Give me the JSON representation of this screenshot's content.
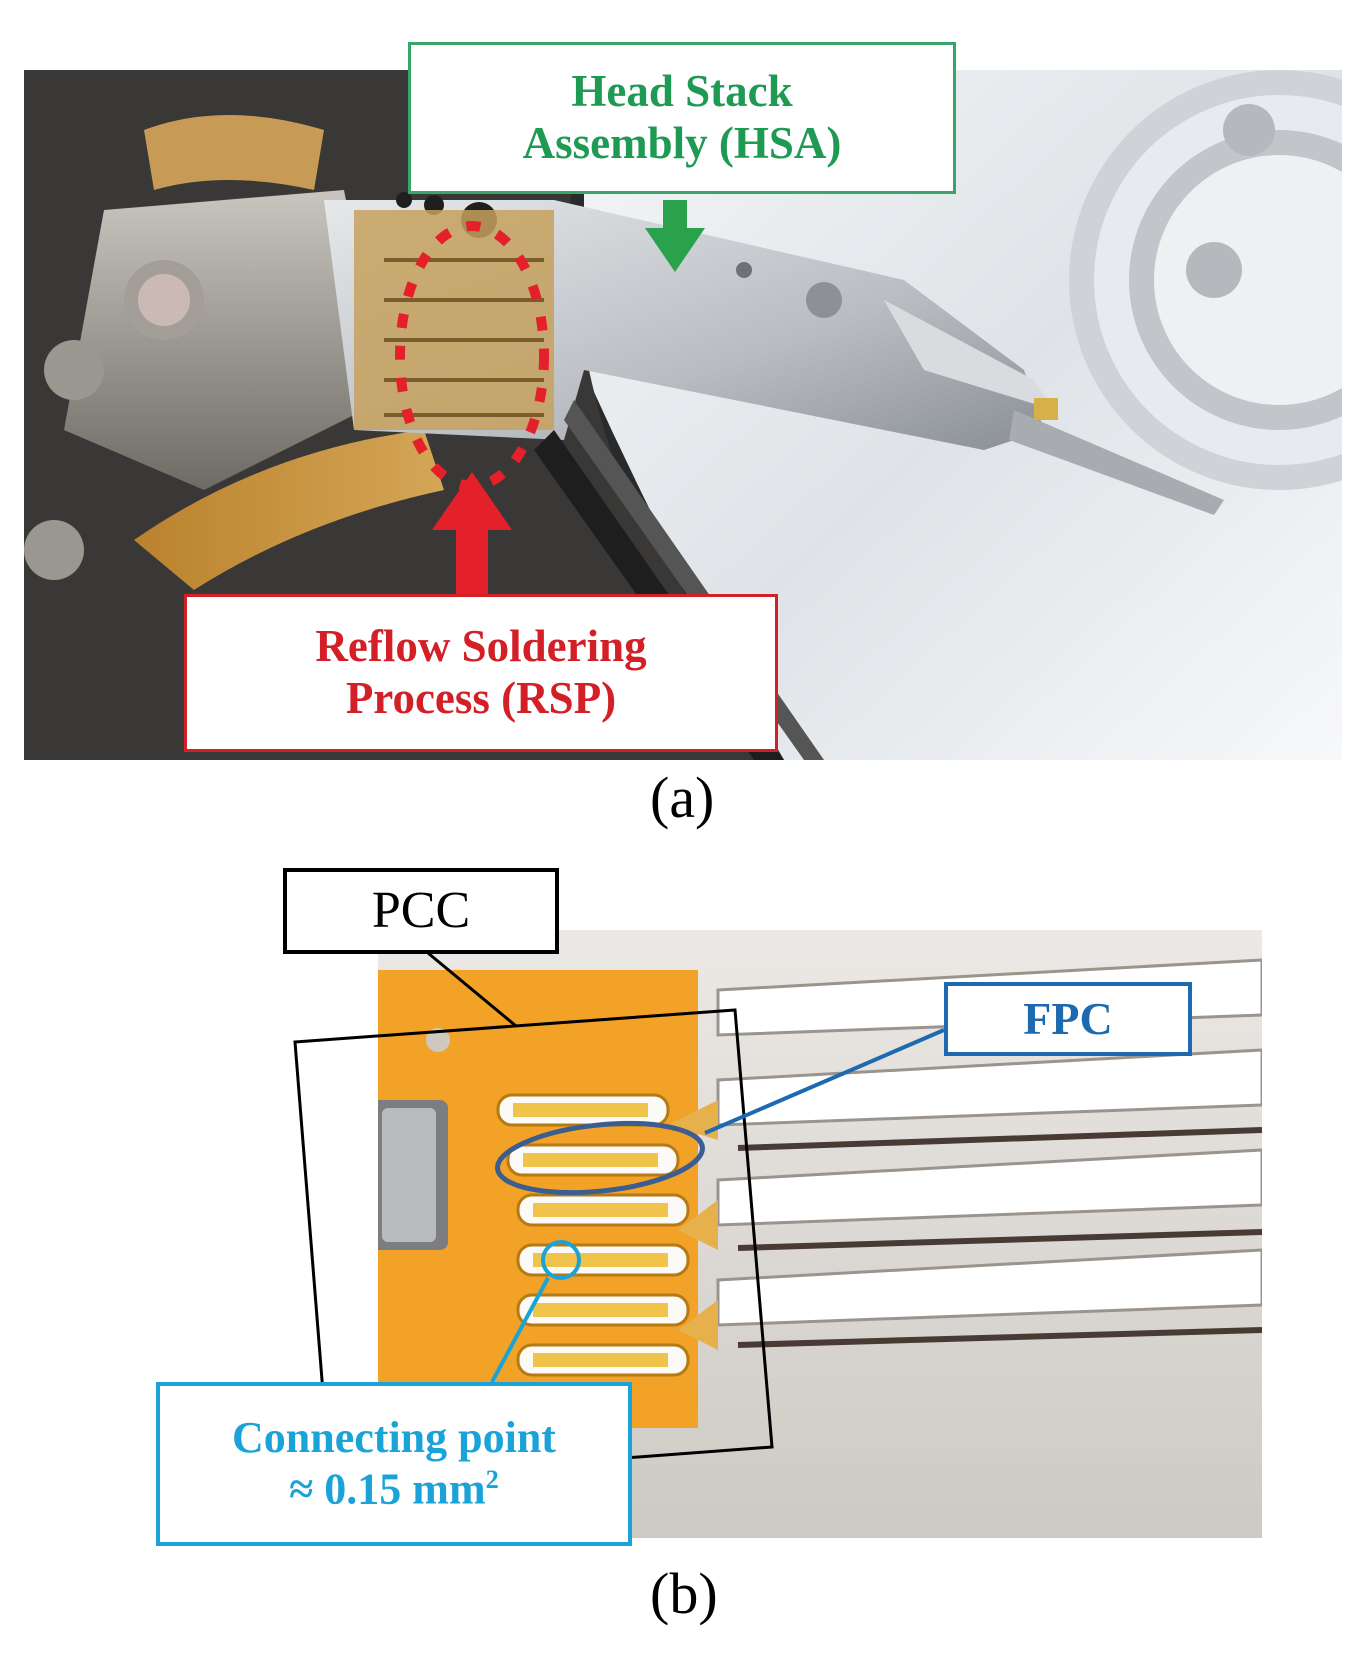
{
  "panel_a": {
    "label": "(a)",
    "callouts": {
      "hsa": {
        "line1": "Head Stack",
        "line2": "Assembly (HSA)"
      },
      "rsp": {
        "line1": "Reflow Soldering",
        "line2": "Process (RSP)"
      }
    }
  },
  "panel_b": {
    "label": "(b)",
    "callouts": {
      "pcc": "PCC",
      "fpc": "FPC",
      "connecting_point": {
        "line1": "Connecting point",
        "line2_prefix": "≈ 0.15 mm",
        "line2_sup": "2"
      }
    }
  },
  "colors": {
    "hsa": "#1f9a52",
    "rsp": "#d31f26",
    "pcc": "#000000",
    "fpc": "#1d6ab0",
    "connecting_point": "#1aa3d9"
  }
}
